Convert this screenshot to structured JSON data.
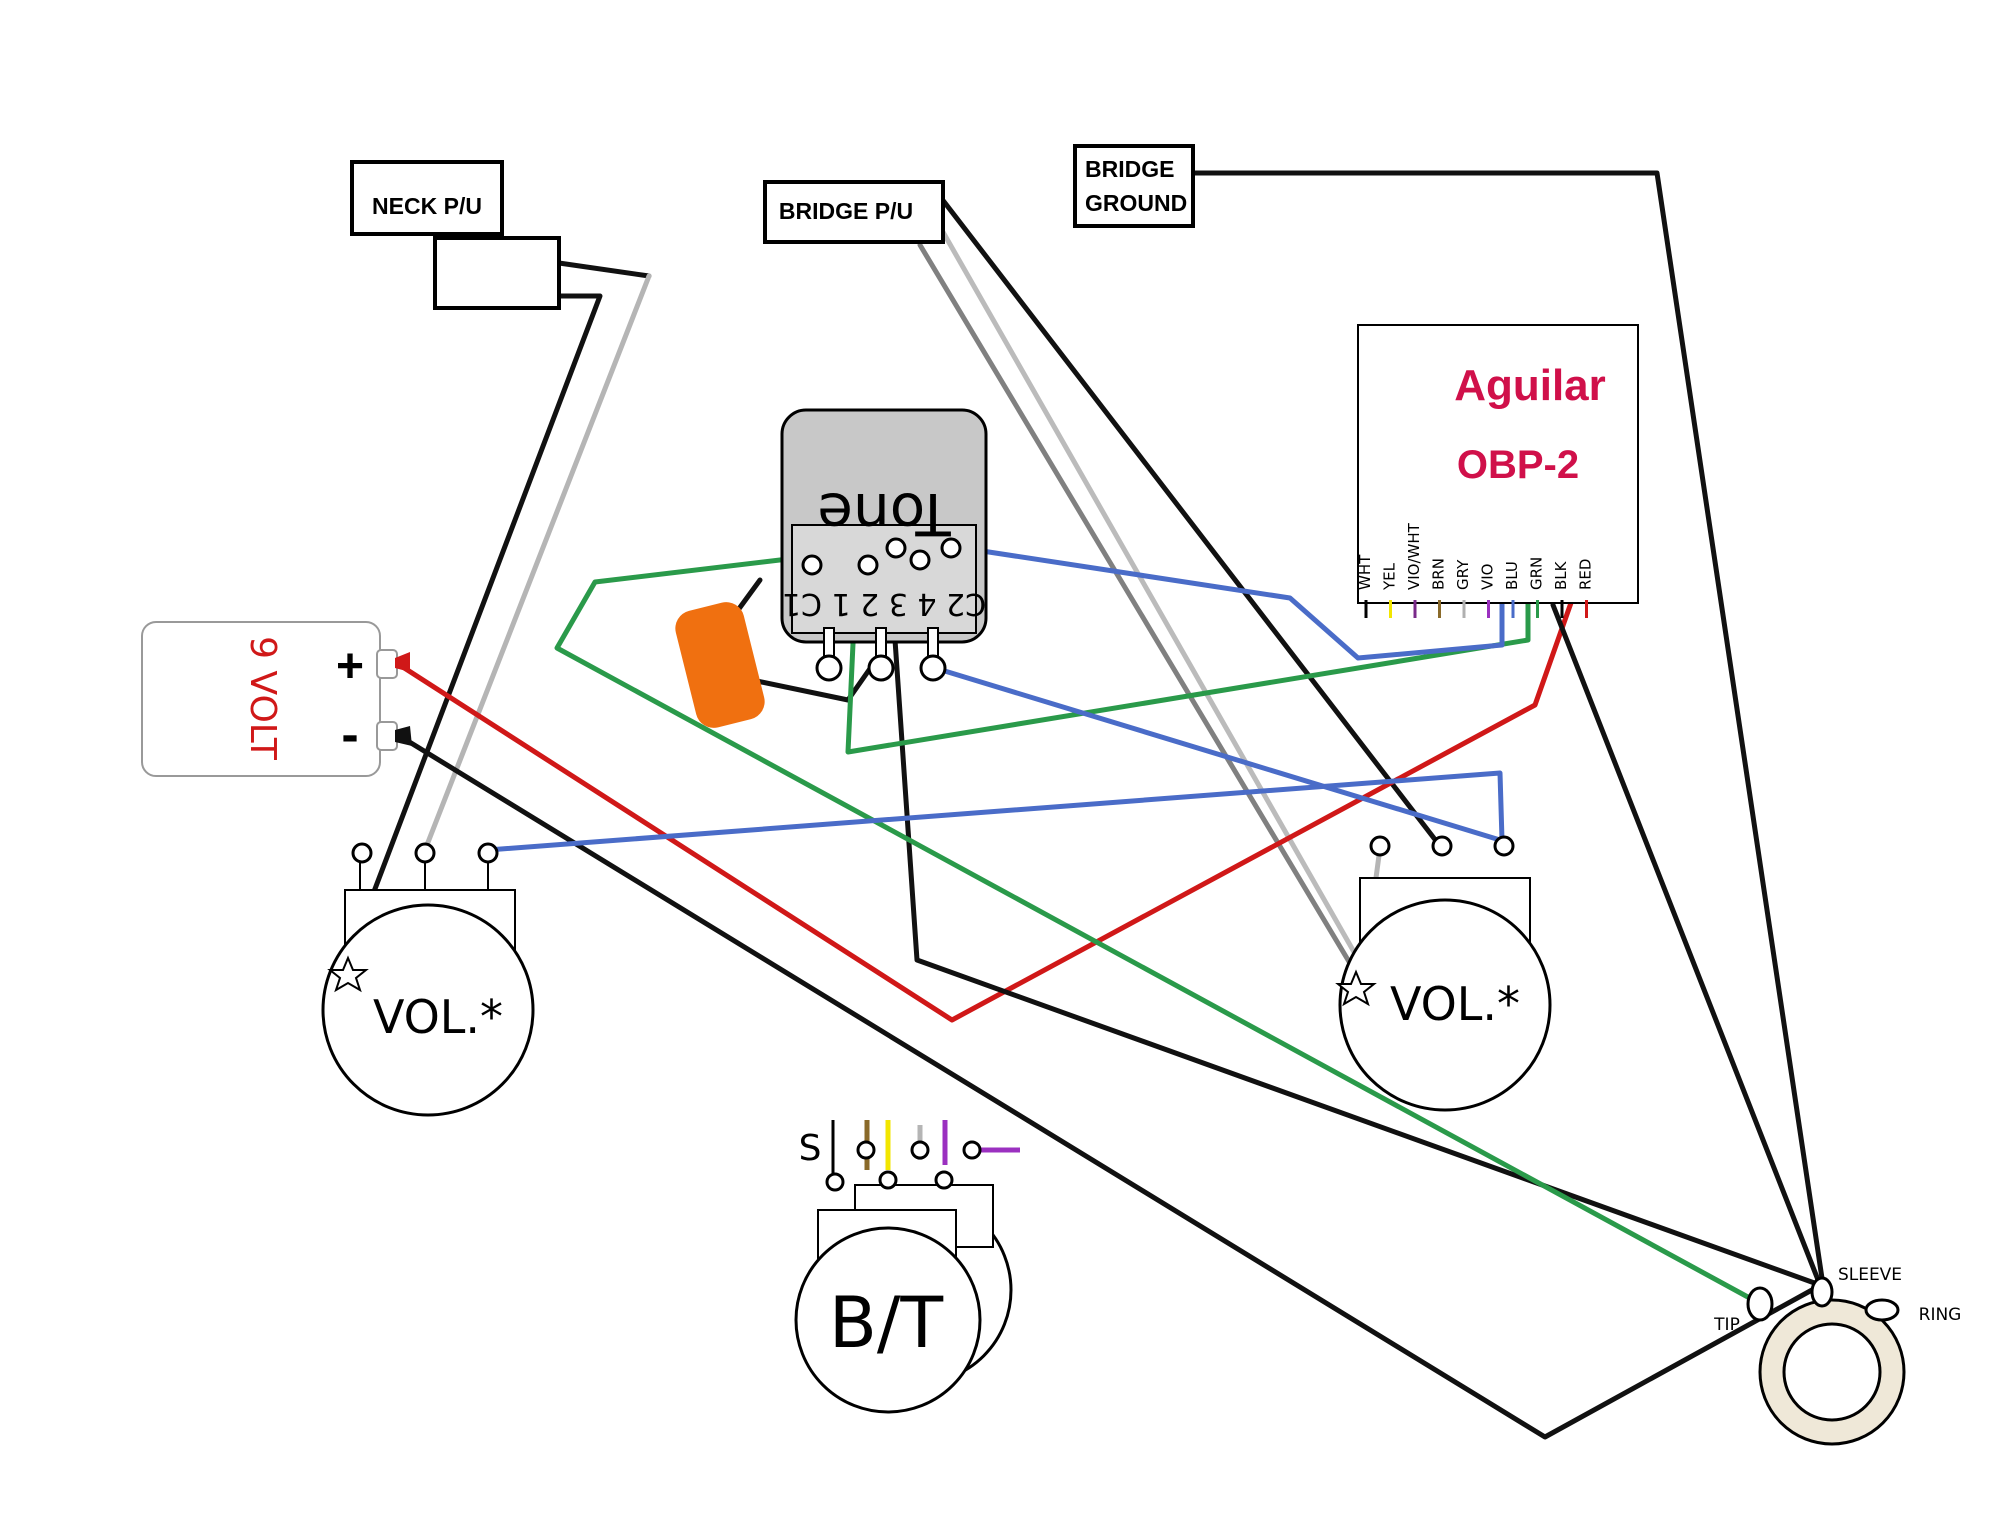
{
  "labels": {
    "neck_pu": "NECK P/U",
    "bridge_pu": "BRIDGE P/U",
    "bridge_ground_line1": "BRIDGE",
    "bridge_ground_line2": "GROUND",
    "preamp_brand": "Aguilar",
    "preamp_model": "OBP-2",
    "tone": "Tone",
    "tone_lugs": "C2  4  3  2  1  C1",
    "battery": "9 VOLT",
    "battery_plus": "+",
    "battery_minus": "-",
    "vol_left": "VOL.*",
    "vol_right": "VOL.*",
    "bt": "B/T",
    "bt_s": "S",
    "jack_tip": "TIP",
    "jack_sleeve": "SLEEVE",
    "jack_ring": "RING"
  },
  "preamp_wires": [
    {
      "label": "WHT",
      "color": "#000000"
    },
    {
      "label": "YEL",
      "color": "#f2e600"
    },
    {
      "label": "VIO/WHT",
      "color": "#7a2a8a"
    },
    {
      "label": "BRN",
      "color": "#8a6a2a"
    },
    {
      "label": "GRY",
      "color": "#b0b0b0"
    },
    {
      "label": "VIO",
      "color": "#9b30c0"
    },
    {
      "label": "BLU",
      "color": "#4a6cc8"
    },
    {
      "label": "GRN",
      "color": "#2a9a4a"
    },
    {
      "label": "BLK",
      "color": "#000000"
    },
    {
      "label": "RED",
      "color": "#d01818"
    }
  ],
  "colors": {
    "red_wire": "#d01818",
    "black_wire": "#111111",
    "green_wire": "#2a9a4a",
    "blue_wire": "#4a6cc8",
    "gray_wire": "#b5b5b5",
    "dark_gray_wire": "#808080",
    "capacitor": "#f07010",
    "brand": "#d0104a",
    "tone_body": "#c8c8c8"
  },
  "icons": {
    "ground_star": "star-ground-icon",
    "capacitor": "capacitor-icon"
  }
}
